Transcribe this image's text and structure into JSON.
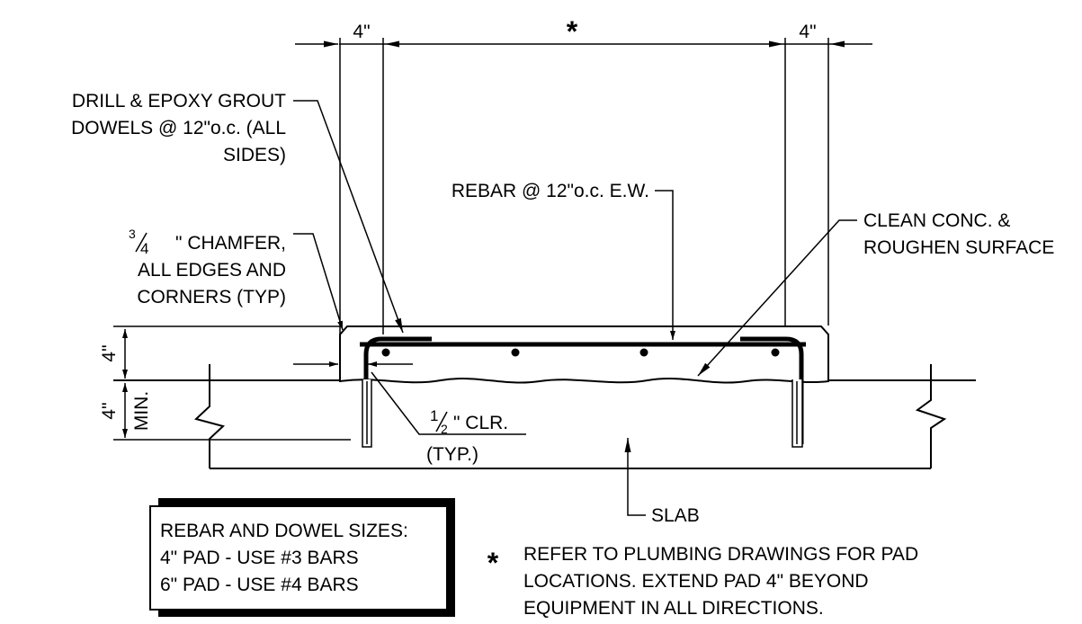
{
  "dimensions": {
    "left_width": "4\"",
    "center_width": "*",
    "right_width": "4\"",
    "pad_thickness": "4\"",
    "slab_min": "4\"",
    "slab_min_word": "MIN."
  },
  "callouts": {
    "dowels": [
      "DRILL & EPOXY GROUT",
      "DOWELS @ 12\"o.c. (ALL",
      "SIDES)"
    ],
    "chamfer": [
      "3",
      "4",
      "\" CHAMFER,",
      "ALL EDGES AND",
      "CORNERS (TYP)"
    ],
    "rebar": "REBAR @ 12\"o.c. E.W.",
    "surface": [
      "CLEAN CONC. &",
      "ROUGHEN SURFACE"
    ],
    "clearance": [
      "1",
      "2",
      "\" CLR.",
      "(TYP.)"
    ],
    "slab": "SLAB"
  },
  "sizes_box": {
    "lines": [
      "REBAR AND DOWEL SIZES:",
      "4\" PAD - USE #3 BARS",
      "6\" PAD - USE #4 BARS"
    ]
  },
  "note": {
    "marker": "*",
    "lines": [
      "REFER TO PLUMBING DRAWINGS FOR PAD",
      "LOCATIONS. EXTEND PAD 4\" BEYOND",
      "EQUIPMENT IN ALL DIRECTIONS."
    ]
  }
}
